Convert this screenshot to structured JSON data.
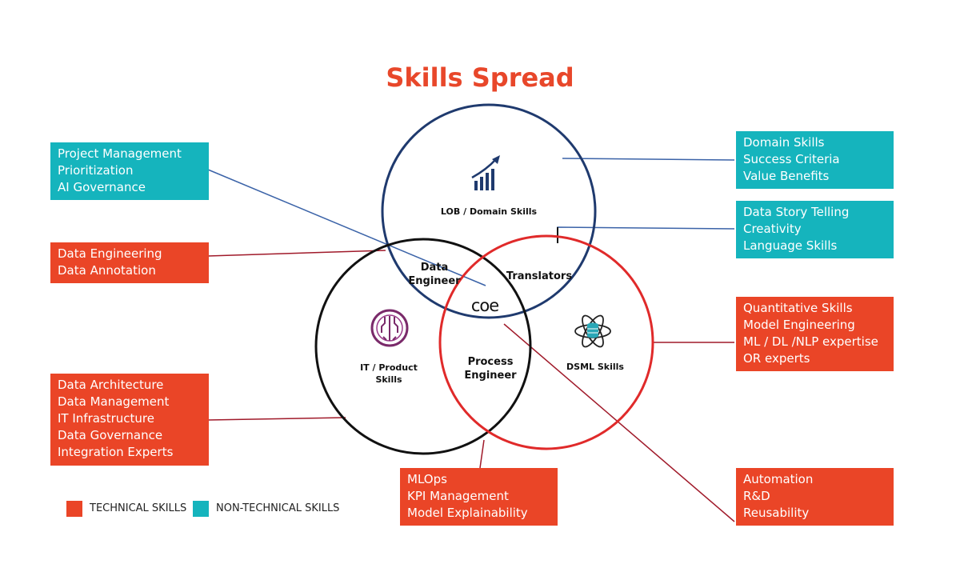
{
  "title": "Skills Spread",
  "colors": {
    "title": "#e8472a",
    "technical": "#ea4527",
    "non_technical": "#15b4bd",
    "lob_circle": "#1f3a6e",
    "it_circle": "#111111",
    "dsml_circle": "#e02a2a"
  },
  "circles": {
    "lob": "LOB / Domain Skills",
    "it_line1": "IT / Product",
    "it_line2": "Skills",
    "dsml": "DSML Skills"
  },
  "overlaps": {
    "data_engineer_line1": "Data",
    "data_engineer_line2": "Engineer",
    "translators": "Translators",
    "process_engineer_line1": "Process",
    "process_engineer_line2": "Engineer",
    "center_logo": "coe"
  },
  "icons": {
    "lob": "growth-chart-icon",
    "it": "circuit-chip-icon",
    "dsml": "atom-database-icon"
  },
  "boxes": {
    "project_mgmt": [
      "Project Management",
      "Prioritization",
      "AI Governance"
    ],
    "data_eng": [
      "Data Engineering",
      "Data Annotation"
    ],
    "data_arch": [
      "Data Architecture",
      "Data Management",
      "IT Infrastructure",
      "Data Governance",
      "Integration Experts"
    ],
    "domain": [
      "Domain Skills",
      "Success Criteria",
      "Value Benefits"
    ],
    "story": [
      "Data Story Telling",
      "Creativity",
      "Language Skills"
    ],
    "quant": [
      "Quantitative Skills",
      "Model Engineering",
      "ML / DL /NLP expertise",
      "OR experts"
    ],
    "mlops": [
      "MLOps",
      "KPI Management",
      "Model Explainability"
    ],
    "automation": [
      "Automation",
      "R&D",
      "Reusability"
    ]
  },
  "legend": {
    "technical": "TECHNICAL SKILLS",
    "non_technical": "NON-TECHNICAL SKILLS"
  }
}
